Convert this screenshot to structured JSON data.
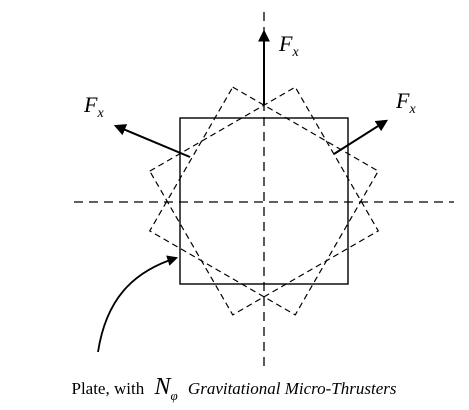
{
  "forces": {
    "top_label": "F",
    "top_subscript": "x",
    "left_label": "F",
    "left_subscript": "x",
    "right_label": "F",
    "right_subscript": "x"
  },
  "caption": {
    "prefix": "Plate, with",
    "symbol": "N",
    "symbol_subscript": "φ",
    "suffix": "Gravitational Micro-Thrusters"
  },
  "colors": {
    "stroke": "#000000",
    "background": "#ffffff"
  }
}
